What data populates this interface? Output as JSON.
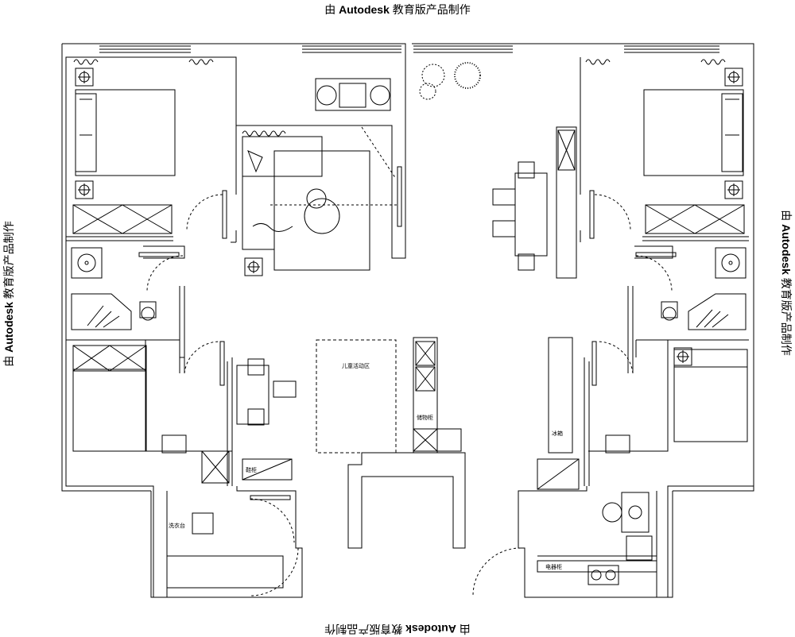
{
  "watermark": {
    "prefix": "由",
    "brand": "Autodesk",
    "suffix": "教育版产品制作"
  },
  "room_labels": {
    "center_rug": "儿童活动区",
    "left_cabinet": "鞋柜",
    "center_cabinet": "储物柜",
    "left_balcony": "洗衣台",
    "right_cabinet": "冰箱",
    "kitchen_counter": "电器柜"
  },
  "colors": {
    "line": "#000000",
    "background": "#ffffff"
  },
  "icons": [
    "curtain-icon",
    "door-swing-icon",
    "bed-icon",
    "sofa-icon",
    "dining-table-icon",
    "plant-icon",
    "sink-icon",
    "toilet-icon",
    "stove-icon",
    "lamp-icon"
  ]
}
